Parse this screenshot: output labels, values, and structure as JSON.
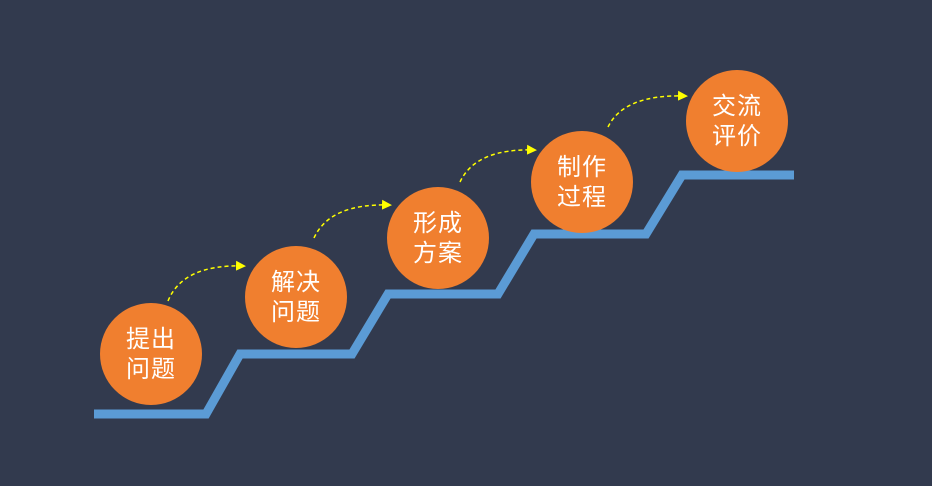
{
  "colors": {
    "background": "#323a4e",
    "staircase": "#5b9bd5",
    "circle": "#f07f2f",
    "arrow": "#ffff00",
    "text": "#ffffff"
  },
  "steps": [
    {
      "line1": "提出",
      "line2": "问题"
    },
    {
      "line1": "解决",
      "line2": "问题"
    },
    {
      "line1": "形成",
      "line2": "方案"
    },
    {
      "line1": "制作",
      "line2": "过程"
    },
    {
      "line1": "交流",
      "line2": "评价"
    }
  ]
}
